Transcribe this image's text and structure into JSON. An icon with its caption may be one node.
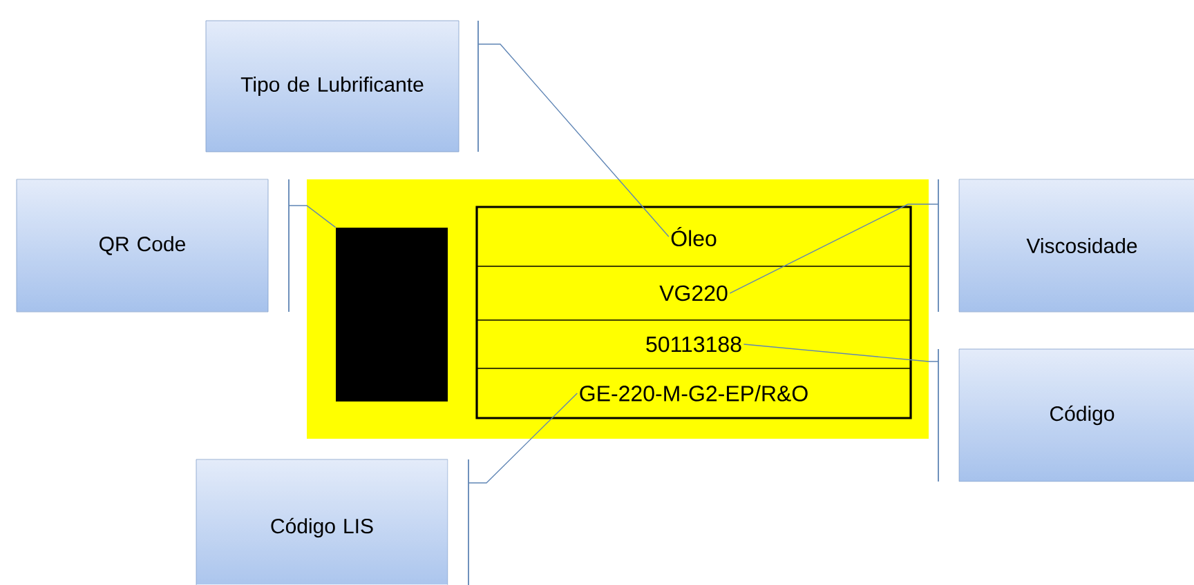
{
  "diagram": {
    "nodes": [
      {
        "text": [
          "Tipo de Lubrificante"
        ]
      },
      {
        "text": [
          "QR Code"
        ]
      },
      {
        "text": [
          "Viscosidade"
        ]
      },
      {
        "text": [
          "Código"
        ]
      },
      {
        "text": [
          "Código LIS"
        ]
      },
      {
        "text": [],
        "shape": "box"
      },
      {
        "text": [],
        "shape": "box",
        "in": 5
      },
      {
        "text": [],
        "shape": "box",
        "in": 5
      },
      {
        "text": [
          "Óleo"
        ],
        "in": 7
      },
      {
        "text": [
          "VG220"
        ],
        "in": 7
      },
      {
        "text": [
          "50113188"
        ],
        "in": 7
      },
      {
        "text": [
          "GE-220-M-G2-EP/R&O"
        ],
        "in": 7
      }
    ],
    "edges": [
      {
        "from": 0,
        "to": 8,
        "arrow": "none"
      },
      {
        "from": 1,
        "to": 6,
        "arrow": "none"
      },
      {
        "from": 2,
        "to": 9,
        "arrow": "none"
      },
      {
        "from": 3,
        "to": 10,
        "arrow": "none"
      },
      {
        "from": 4,
        "to": 11,
        "arrow": "none"
      }
    ]
  }
}
